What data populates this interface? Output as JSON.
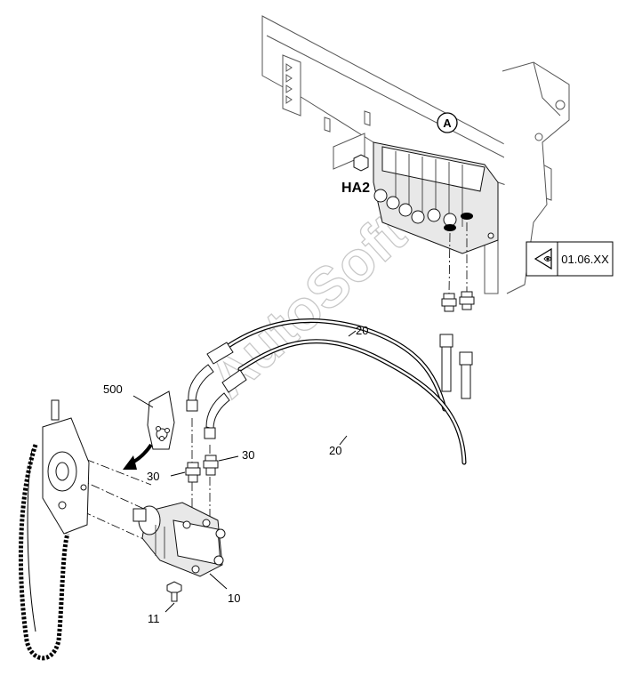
{
  "callouts": {
    "valve_block": "HA2",
    "view_ref": "A",
    "hoses_upper": "20",
    "hoses_lower": "20",
    "guard": "500",
    "adapter_left": "30",
    "adapter_right": "30",
    "motor": "10",
    "screw": "11"
  },
  "reference_box": {
    "label": "01.06.XX",
    "icon": "eye-icon"
  },
  "watermark": "AutoSoft"
}
